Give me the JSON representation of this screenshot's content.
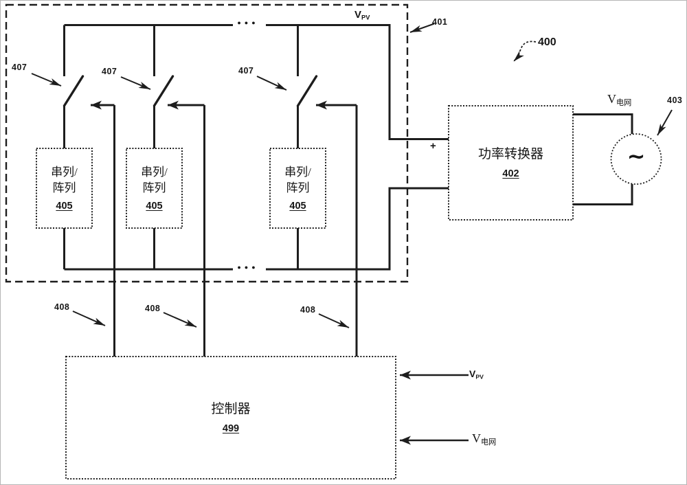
{
  "figure": {
    "ref_label": "400",
    "pv_section": {
      "ref_label": "401",
      "bus_voltage": {
        "base": "V",
        "sub": "PV"
      },
      "ellipsis_top": "●●●",
      "ellipsis_bottom": "●●●",
      "switches": [
        {
          "ref": "407"
        },
        {
          "ref": "407"
        },
        {
          "ref": "407"
        }
      ],
      "arrays": [
        {
          "line1": "串列/",
          "line2": "阵列",
          "ref": "405"
        },
        {
          "line1": "串列/",
          "line2": "阵列",
          "ref": "405"
        },
        {
          "line1": "串列/",
          "line2": "阵列",
          "ref": "405"
        }
      ]
    },
    "sense_lines": [
      {
        "ref": "408"
      },
      {
        "ref": "408"
      },
      {
        "ref": "408"
      }
    ],
    "converter": {
      "title": "功率转换器",
      "ref": "402",
      "plus": "+"
    },
    "ac_source": {
      "ref": "403",
      "wave": "~",
      "voltage": {
        "base": "V",
        "sub": "电网"
      }
    },
    "controller": {
      "title": "控制器",
      "ref": "499",
      "input_vpv": {
        "base": "V",
        "sub": "PV"
      },
      "input_vgrid": {
        "base": "V",
        "sub": "电网"
      }
    }
  }
}
